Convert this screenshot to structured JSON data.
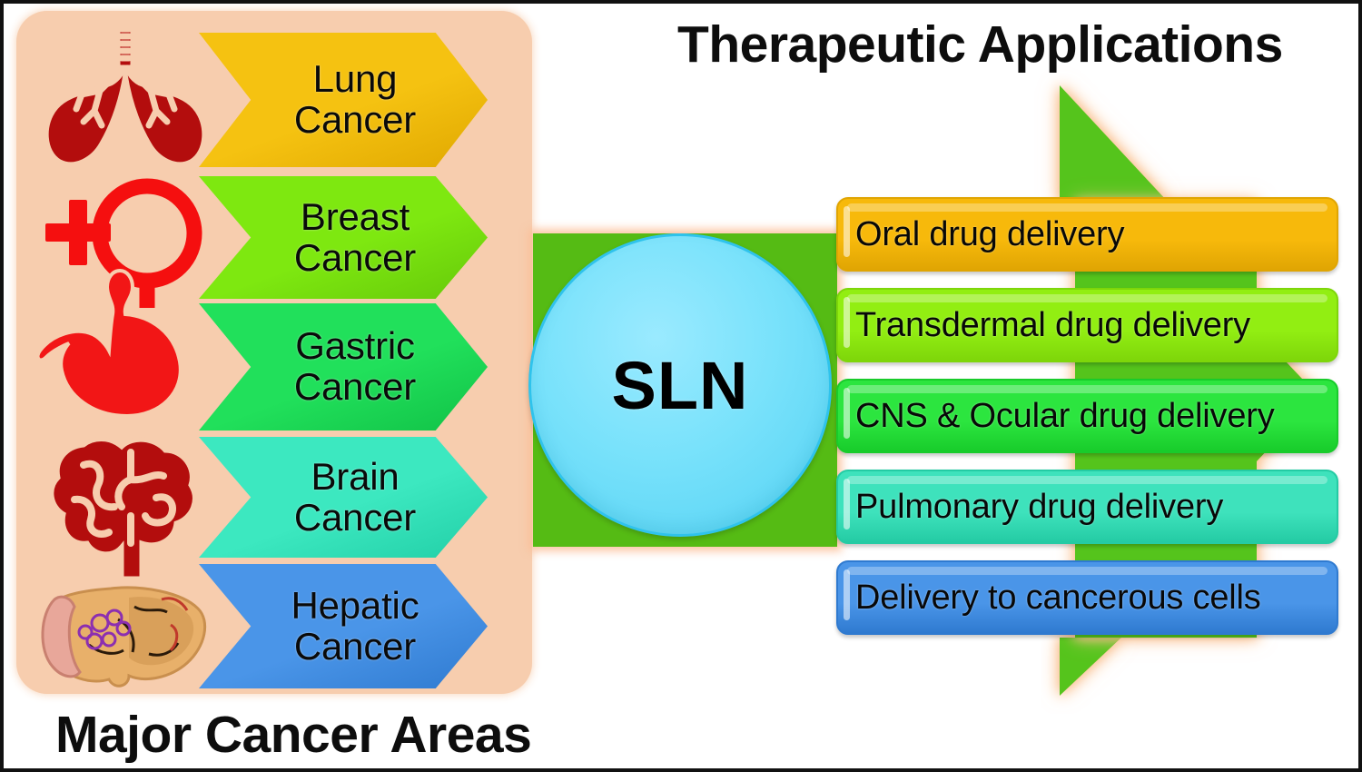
{
  "figure": {
    "left_title": "Major Cancer Areas",
    "right_title": "Therapeutic Applications",
    "hub_label": "SLN"
  },
  "cancer_areas": {
    "panel_bg": "#f7cdae",
    "items": [
      {
        "line1": "Lung",
        "line2": "Cancer",
        "color": "#f5c211",
        "color_dark": "#e0a800",
        "icon": "lungs-icon",
        "icon_color": "#b30d0d"
      },
      {
        "line1": "Breast",
        "line2": "Cancer",
        "color": "#7ee810",
        "color_dark": "#66c90a",
        "icon": "female-symbol-icon",
        "icon_color": "#f50f0f"
      },
      {
        "line1": "Gastric",
        "line2": "Cancer",
        "color": "#21e05b",
        "color_dark": "#11c247",
        "icon": "stomach-icon",
        "icon_color": "#f21616"
      },
      {
        "line1": "Brain",
        "line2": "Cancer",
        "color": "#3ce8c0",
        "color_dark": "#22cfa7",
        "icon": "brain-icon",
        "icon_color": "#b30d0d"
      },
      {
        "line1": "Hepatic",
        "line2": "Cancer",
        "color": "#4a95e8",
        "color_dark": "#2f7ad0",
        "icon": "liver-icon",
        "icon_color": "#e0a83c"
      }
    ]
  },
  "applications": {
    "arrow_color": "#55c41c",
    "arrow_glow": "#fac08e",
    "items": [
      {
        "label": "Oral drug delivery",
        "color": "#f7b90b",
        "color_dark": "#e0a503"
      },
      {
        "label": "Transdermal drug delivery",
        "color": "#92ee12",
        "color_dark": "#7ed60a"
      },
      {
        "label": "CNS & Ocular drug delivery",
        "color": "#2ce53f",
        "color_dark": "#18cc2b"
      },
      {
        "label": "Pulmonary drug delivery",
        "color": "#3ee2bc",
        "color_dark": "#24cba4"
      },
      {
        "label": "Delivery to cancerous cells",
        "color": "#4a95e8",
        "color_dark": "#2f7ad0"
      }
    ]
  }
}
